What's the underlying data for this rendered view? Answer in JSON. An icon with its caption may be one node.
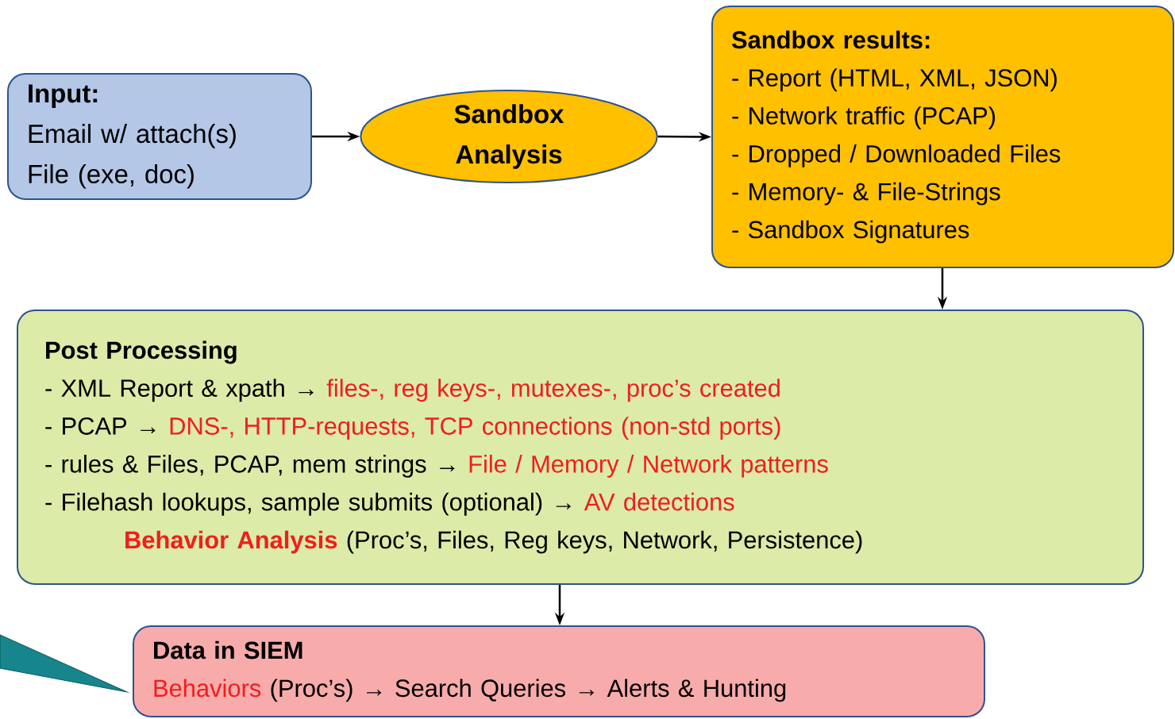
{
  "diagram": {
    "nodes": [
      {
        "text": [
          "Input:",
          "Email w/ attach(s)",
          "File (exe, doc)"
        ]
      },
      {
        "text": [
          "Sandbox Analysis"
        ]
      },
      {
        "text": [
          "Sandbox results:",
          "- Report (HTML, XML, JSON)",
          "- Network traffic (PCAP)",
          "- Dropped / Downloaded Files",
          "- Memory- & File-Strings",
          "- Sandbox Signatures"
        ]
      },
      {
        "text": [
          "Post Processing",
          "- XML Report & xpath →",
          "files-, reg keys-, mutexes-, proc’s created",
          "- PCAP →",
          "DNS-, HTTP-requests, TCP connections (non-std ports)",
          "- rules & Files, PCAP, mem strings →",
          "File / Memory / Network patterns",
          "- Filehash lookups, sample submits (optional) →",
          "AV detections",
          "Behavior Analysis",
          "(Proc’s, Files, Reg keys, Network, Persistence)"
        ]
      },
      {
        "text": [
          "Data in SIEM",
          "Behaviors",
          "(Proc’s) → Search Queries → Alerts & Hunting"
        ]
      },
      {
        "text": [],
        "shape": "triangle"
      }
    ],
    "edges": [
      {
        "from": 0,
        "to": 1,
        "arrow": "to"
      },
      {
        "from": 1,
        "to": 2,
        "arrow": "to"
      },
      {
        "from": 2,
        "to": 3,
        "arrow": "to"
      },
      {
        "from": 3,
        "to": 4,
        "arrow": "to"
      }
    ]
  }
}
